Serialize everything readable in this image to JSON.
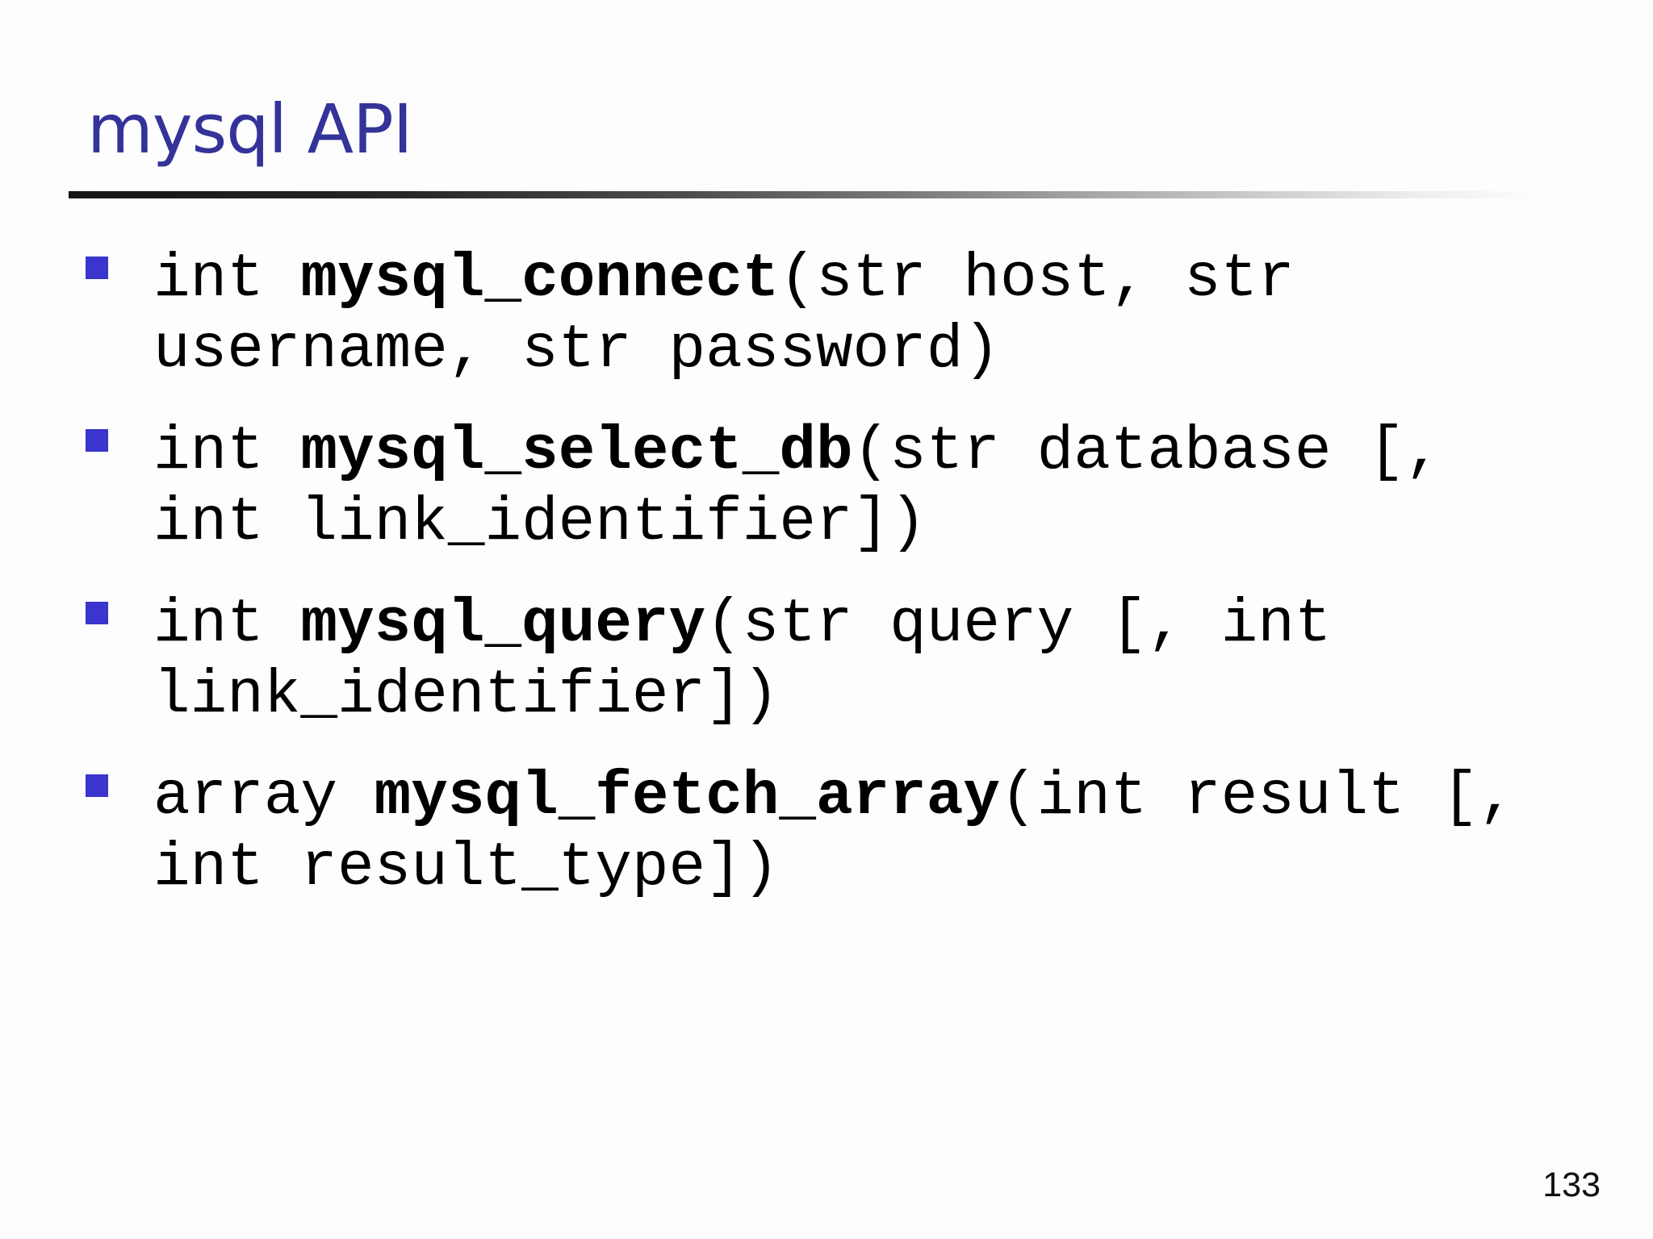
{
  "slide": {
    "title": "mysql API",
    "page_number": "133",
    "colors": {
      "title": "#333399",
      "bullet": "#3a35cc",
      "text": "#000000",
      "background": "#fdfdfd",
      "page_number": "#111111"
    },
    "bullets": [
      {
        "prefix": "int ",
        "function": "mysql_connect",
        "args": "(str host, str username, str password)"
      },
      {
        "prefix": "int ",
        "function": "mysql_select_db",
        "args": "(str database [, int link_identifier])"
      },
      {
        "prefix": "int ",
        "function": "mysql_query",
        "args": "(str query [, int link_identifier])"
      },
      {
        "prefix": "array ",
        "function": "mysql_fetch_array",
        "args": "(int result [, int result_type])"
      }
    ]
  }
}
